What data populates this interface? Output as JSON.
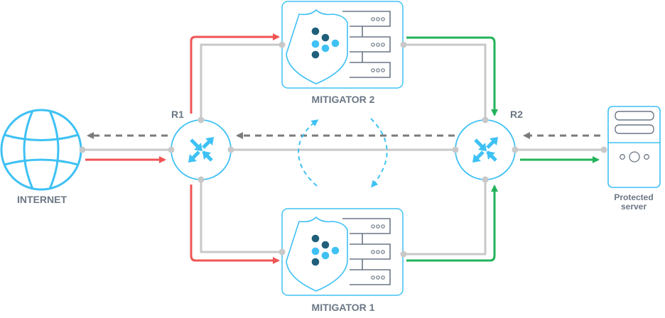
{
  "colors": {
    "accent": "#3fc1f4",
    "dark_dot": "#1f5f7a",
    "attack": "#f05454",
    "clean": "#22b35a",
    "link": "#c8c8c8",
    "return": "#7b7b7b",
    "label": "#6b7785",
    "frame": "#6b7785"
  },
  "nodes": {
    "internet": {
      "label": "INTERNET",
      "icon": "globe-icon"
    },
    "r1": {
      "label": "R1",
      "icon": "router-icon"
    },
    "r2": {
      "label": "R2",
      "icon": "router-icon"
    },
    "mitigator2": {
      "label": "MITIGATOR 2",
      "icon": "shield-server-icon"
    },
    "mitigator1": {
      "label": "MITIGATOR 1",
      "icon": "shield-server-icon"
    },
    "server": {
      "label_line1": "Protected",
      "label_line2": "server",
      "icon": "server-icon"
    }
  },
  "flows": {
    "attack": "Internet → R1 → Mitigator (red)",
    "clean": "Mitigator → R2 → Protected server (green)",
    "return": "Protected server → R2 → R1 → Internet (grey dashed)",
    "failover": "Mitigator failover cycle (blue dashed)"
  }
}
